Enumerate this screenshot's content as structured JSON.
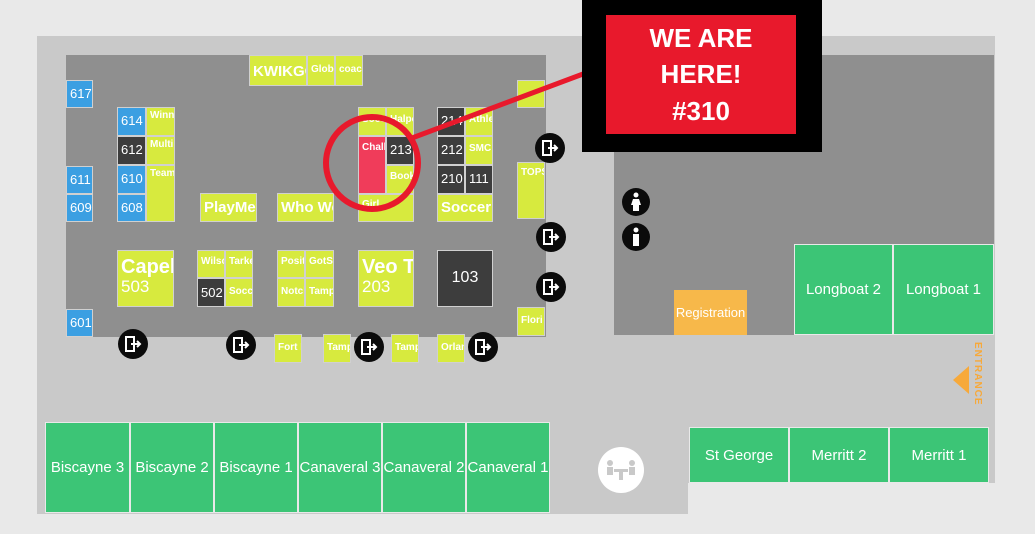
{
  "callout": {
    "line1": "WE ARE",
    "line2": "HERE!",
    "line3": "#310"
  },
  "booths": {
    "kwikgo": "KWIKGO",
    "global": "Global",
    "coach": "coach",
    "b617": "617",
    "b611": "611",
    "b609": "609",
    "b601": "601",
    "b614": "614",
    "b612": "612",
    "b610": "610",
    "b608": "608",
    "winn": "Winn",
    "multi": "Multi",
    "team": "Team",
    "playmetrics": "PlayMet",
    "whowe": "Who We",
    "capell": "Capell",
    "b503": "503",
    "wilson": "Wilso",
    "tarket": "Tarke",
    "b502": "502",
    "socce": "Socce",
    "posit": "Posit",
    "gotsoc": "GotSo",
    "notch": "Notch",
    "tamp": "Tamp",
    "soccer_top": "Socc",
    "halpe": "Halpe",
    "chall": "Chall",
    "b213": "213",
    "book": "Book",
    "girl": "Girl",
    "b214": "214",
    "athle": "Athle",
    "b212": "212",
    "smc": "SMC",
    "b210": "210",
    "b111": "111",
    "soccer_v": "Soccer V",
    "veo": "Veo Te",
    "b203": "203",
    "b103": "103",
    "tops": "TOPS",
    "flori": "Flori",
    "fort": "Fort I",
    "tamp2": "Tamp",
    "tamp3": "Tamp",
    "orlan": "Orlan"
  },
  "rooms": {
    "registration": "Registration",
    "longboat2": "Longboat 2",
    "longboat1": "Longboat 1",
    "stgeorge": "St George",
    "merritt2": "Merritt 2",
    "merritt1": "Merritt 1",
    "biscayne3": "Biscayne 3",
    "biscayne2": "Biscayne 2",
    "biscayne1": "Biscayne 1",
    "canaveral3": "Canaveral 3",
    "canaveral2": "Canaveral 2",
    "canaveral1": "Canaveral 1"
  },
  "entrance": "ENTRANCE",
  "colors": {
    "booth": "#d7ea3e",
    "highlight": "#f03c5a",
    "room": "#3cc576",
    "registration": "#f7b84a",
    "callout": "#e8192c",
    "entrance": "#f7a93a"
  },
  "icons": [
    "exit-icon",
    "restroom-women-icon",
    "restroom-men-icon",
    "lounge-seating-icon"
  ]
}
